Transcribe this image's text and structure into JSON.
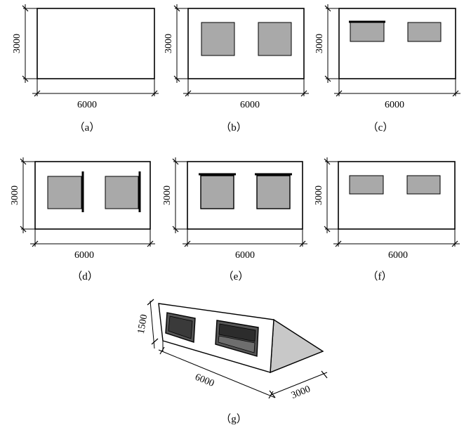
{
  "panels": [
    {
      "caption": "（a）",
      "width_label": "6000",
      "height_label": "3000",
      "window_style": "none"
    },
    {
      "caption": "（b）",
      "width_label": "6000",
      "height_label": "3000",
      "window_style": "square"
    },
    {
      "caption": "（c）",
      "width_label": "6000",
      "height_label": "3000",
      "window_style": "short-top-shading"
    },
    {
      "caption": "（d）",
      "width_label": "6000",
      "height_label": "3000",
      "window_style": "square-side-fin"
    },
    {
      "caption": "（e）",
      "width_label": "6000",
      "height_label": "3000",
      "window_style": "square-top-overhang"
    },
    {
      "caption": "（f）",
      "width_label": "6000",
      "height_label": "3000",
      "window_style": "short"
    }
  ],
  "iso": {
    "caption": "（g）",
    "width_label": "6000",
    "depth_label": "3000",
    "height_label": "1500"
  },
  "colors": {
    "line": "#000000",
    "window_fill": "#a9a9a9",
    "glass_dark": "#3a3a3a",
    "glass_mid": "#6e6e6e",
    "shade_side": "#c8c8c8"
  }
}
